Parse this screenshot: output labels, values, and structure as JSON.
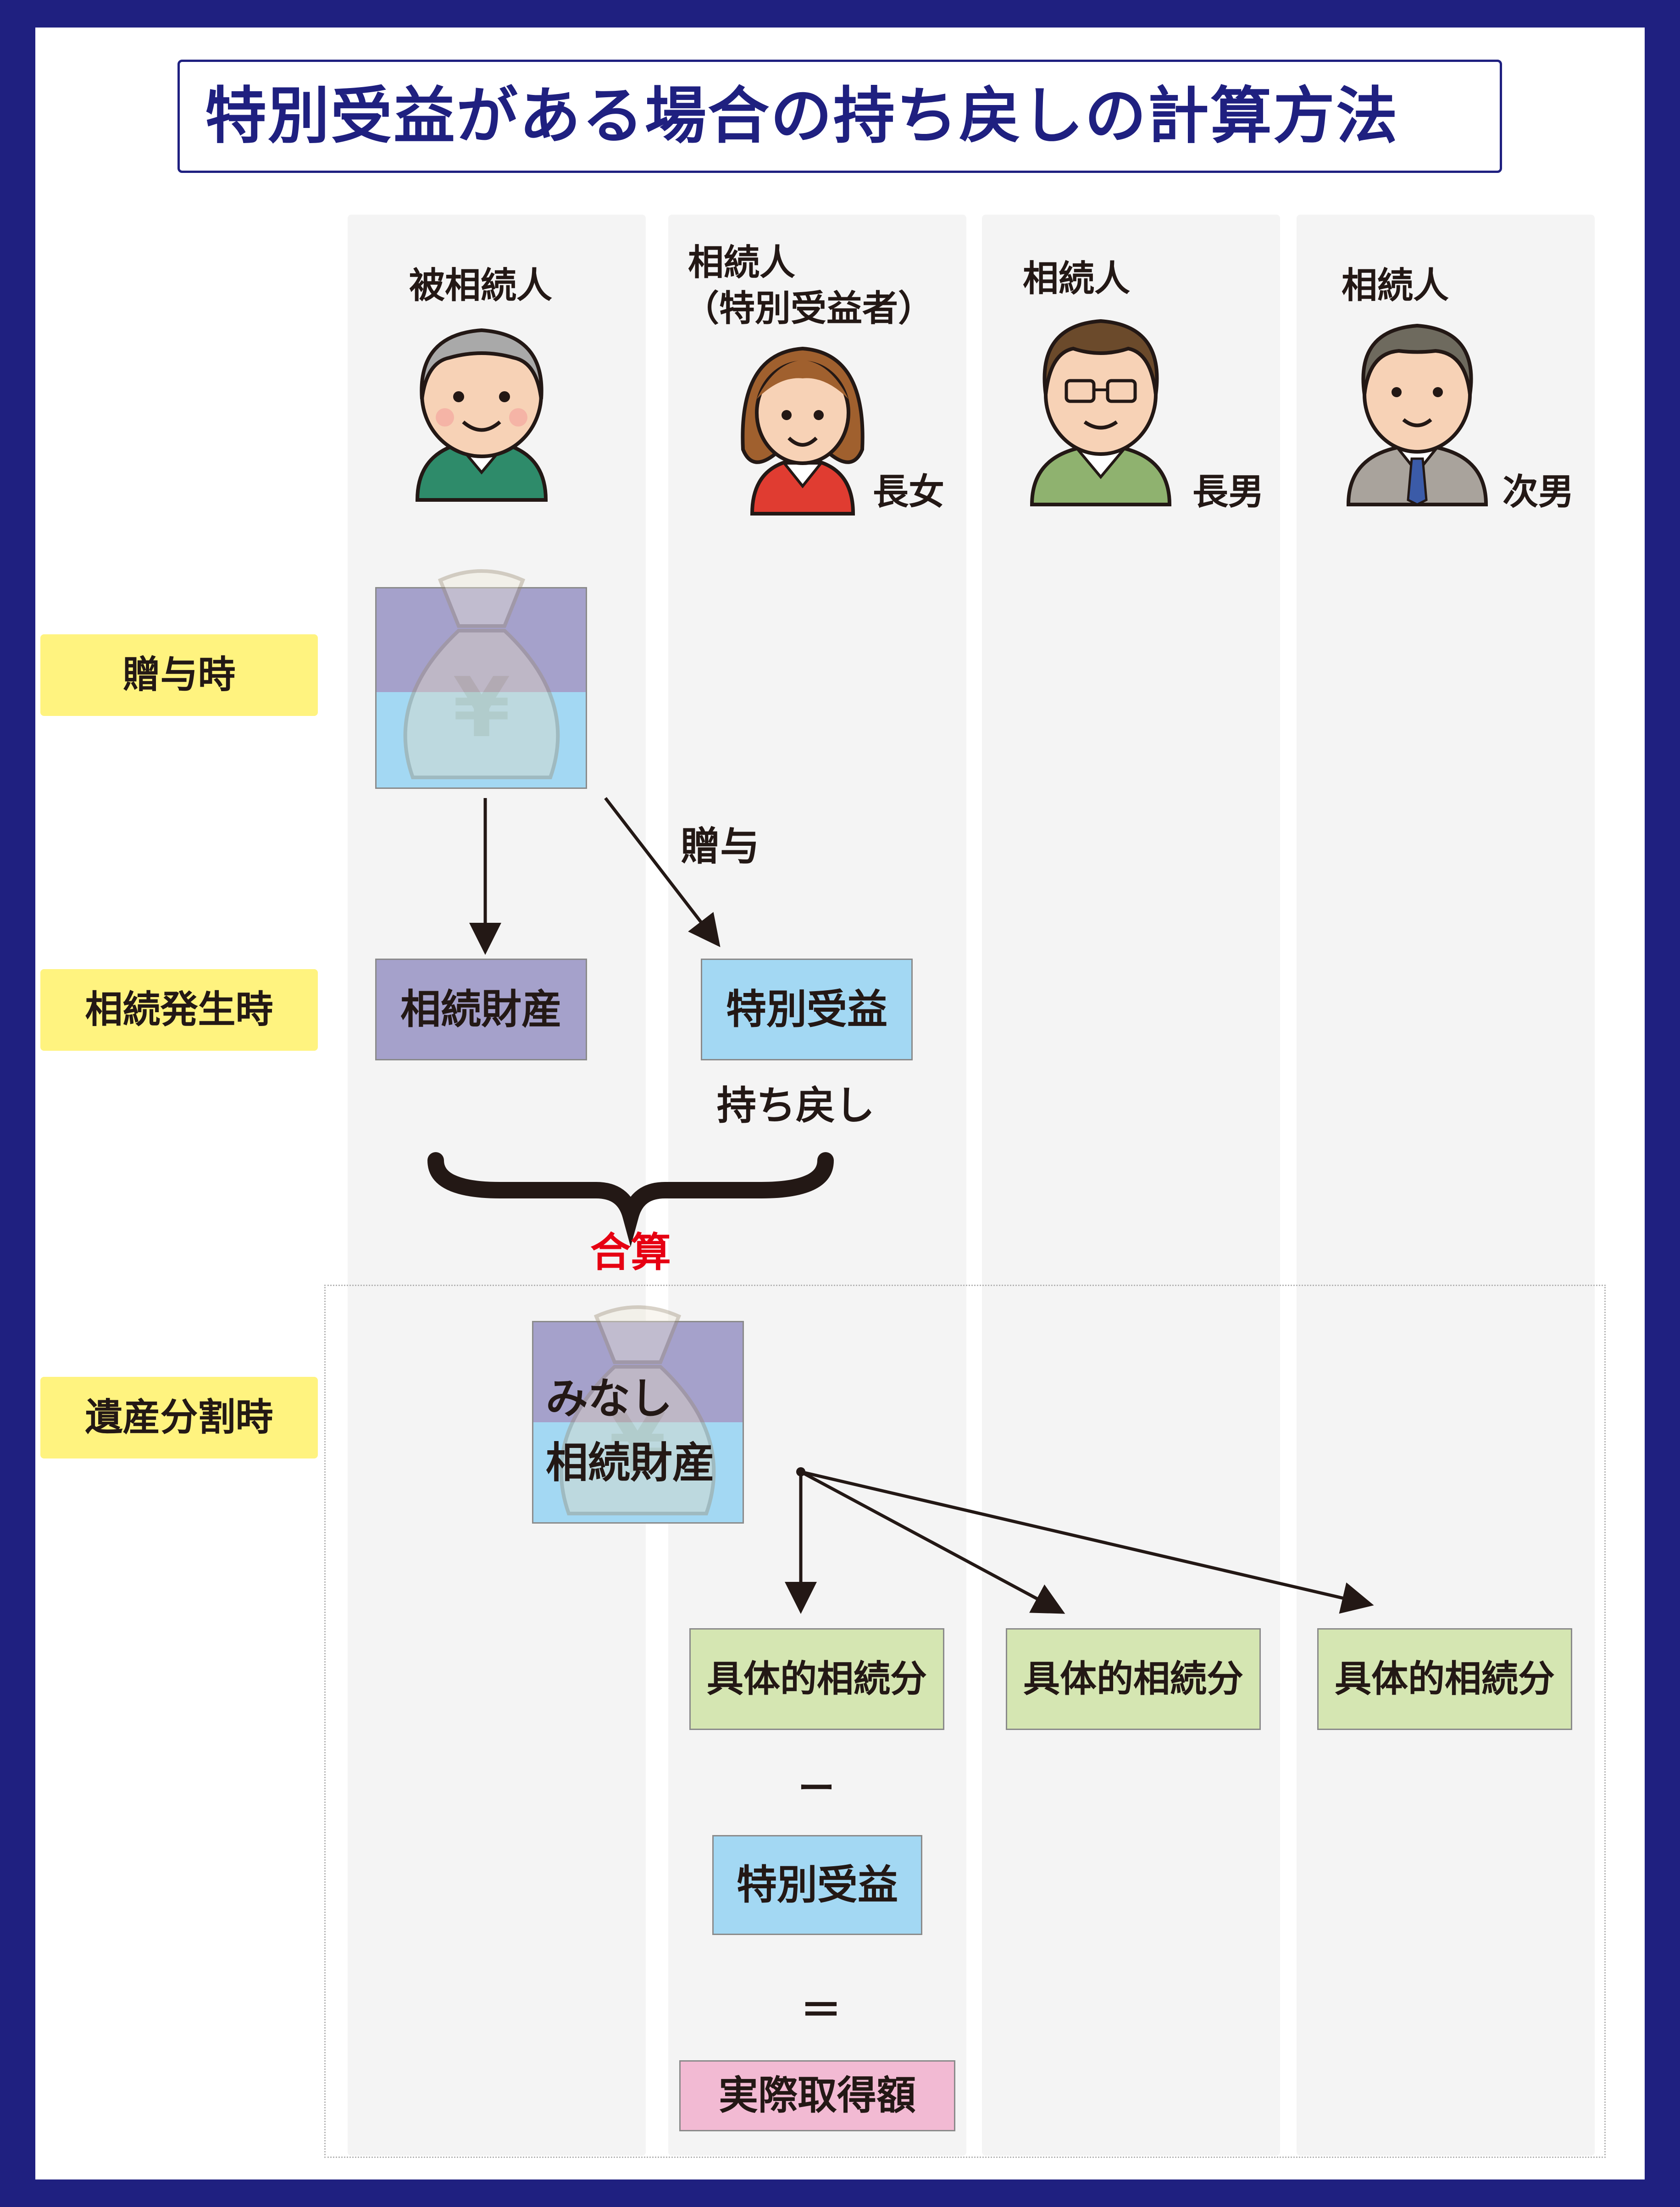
{
  "title": "特別受益がある場合の持ち戻しの計算方法",
  "columns": [
    {
      "heading": "被相続人"
    },
    {
      "heading": "相続人",
      "subheading": "（特別受益者）",
      "relation": "長女"
    },
    {
      "heading": "相続人",
      "relation": "長男"
    },
    {
      "heading": "相続人",
      "relation": "次男"
    }
  ],
  "stages": {
    "gift": "贈与時",
    "inheritance": "相続発生時",
    "division": "遺産分割時"
  },
  "flow": {
    "gift_arrow_label": "贈与",
    "estate": "相続財産",
    "special_benefit": "特別受益",
    "return_label": "持ち戻し",
    "sum_label": "合算",
    "deemed_line1": "みなし",
    "deemed_line2": "相続財産",
    "concrete_share": "具体的相続分",
    "minus": "ー",
    "special_benefit_2": "特別受益",
    "equals": "＝",
    "actual_amount": "実際取得額"
  },
  "colors": {
    "frame": "#1f2080",
    "stage_label_bg": "#fff37f",
    "estate_box": "#a5a1cb",
    "benefit_box": "#a3d8f3",
    "share_box": "#d5e6b2",
    "result_box": "#f2bad3",
    "sum_text": "#e60012"
  }
}
